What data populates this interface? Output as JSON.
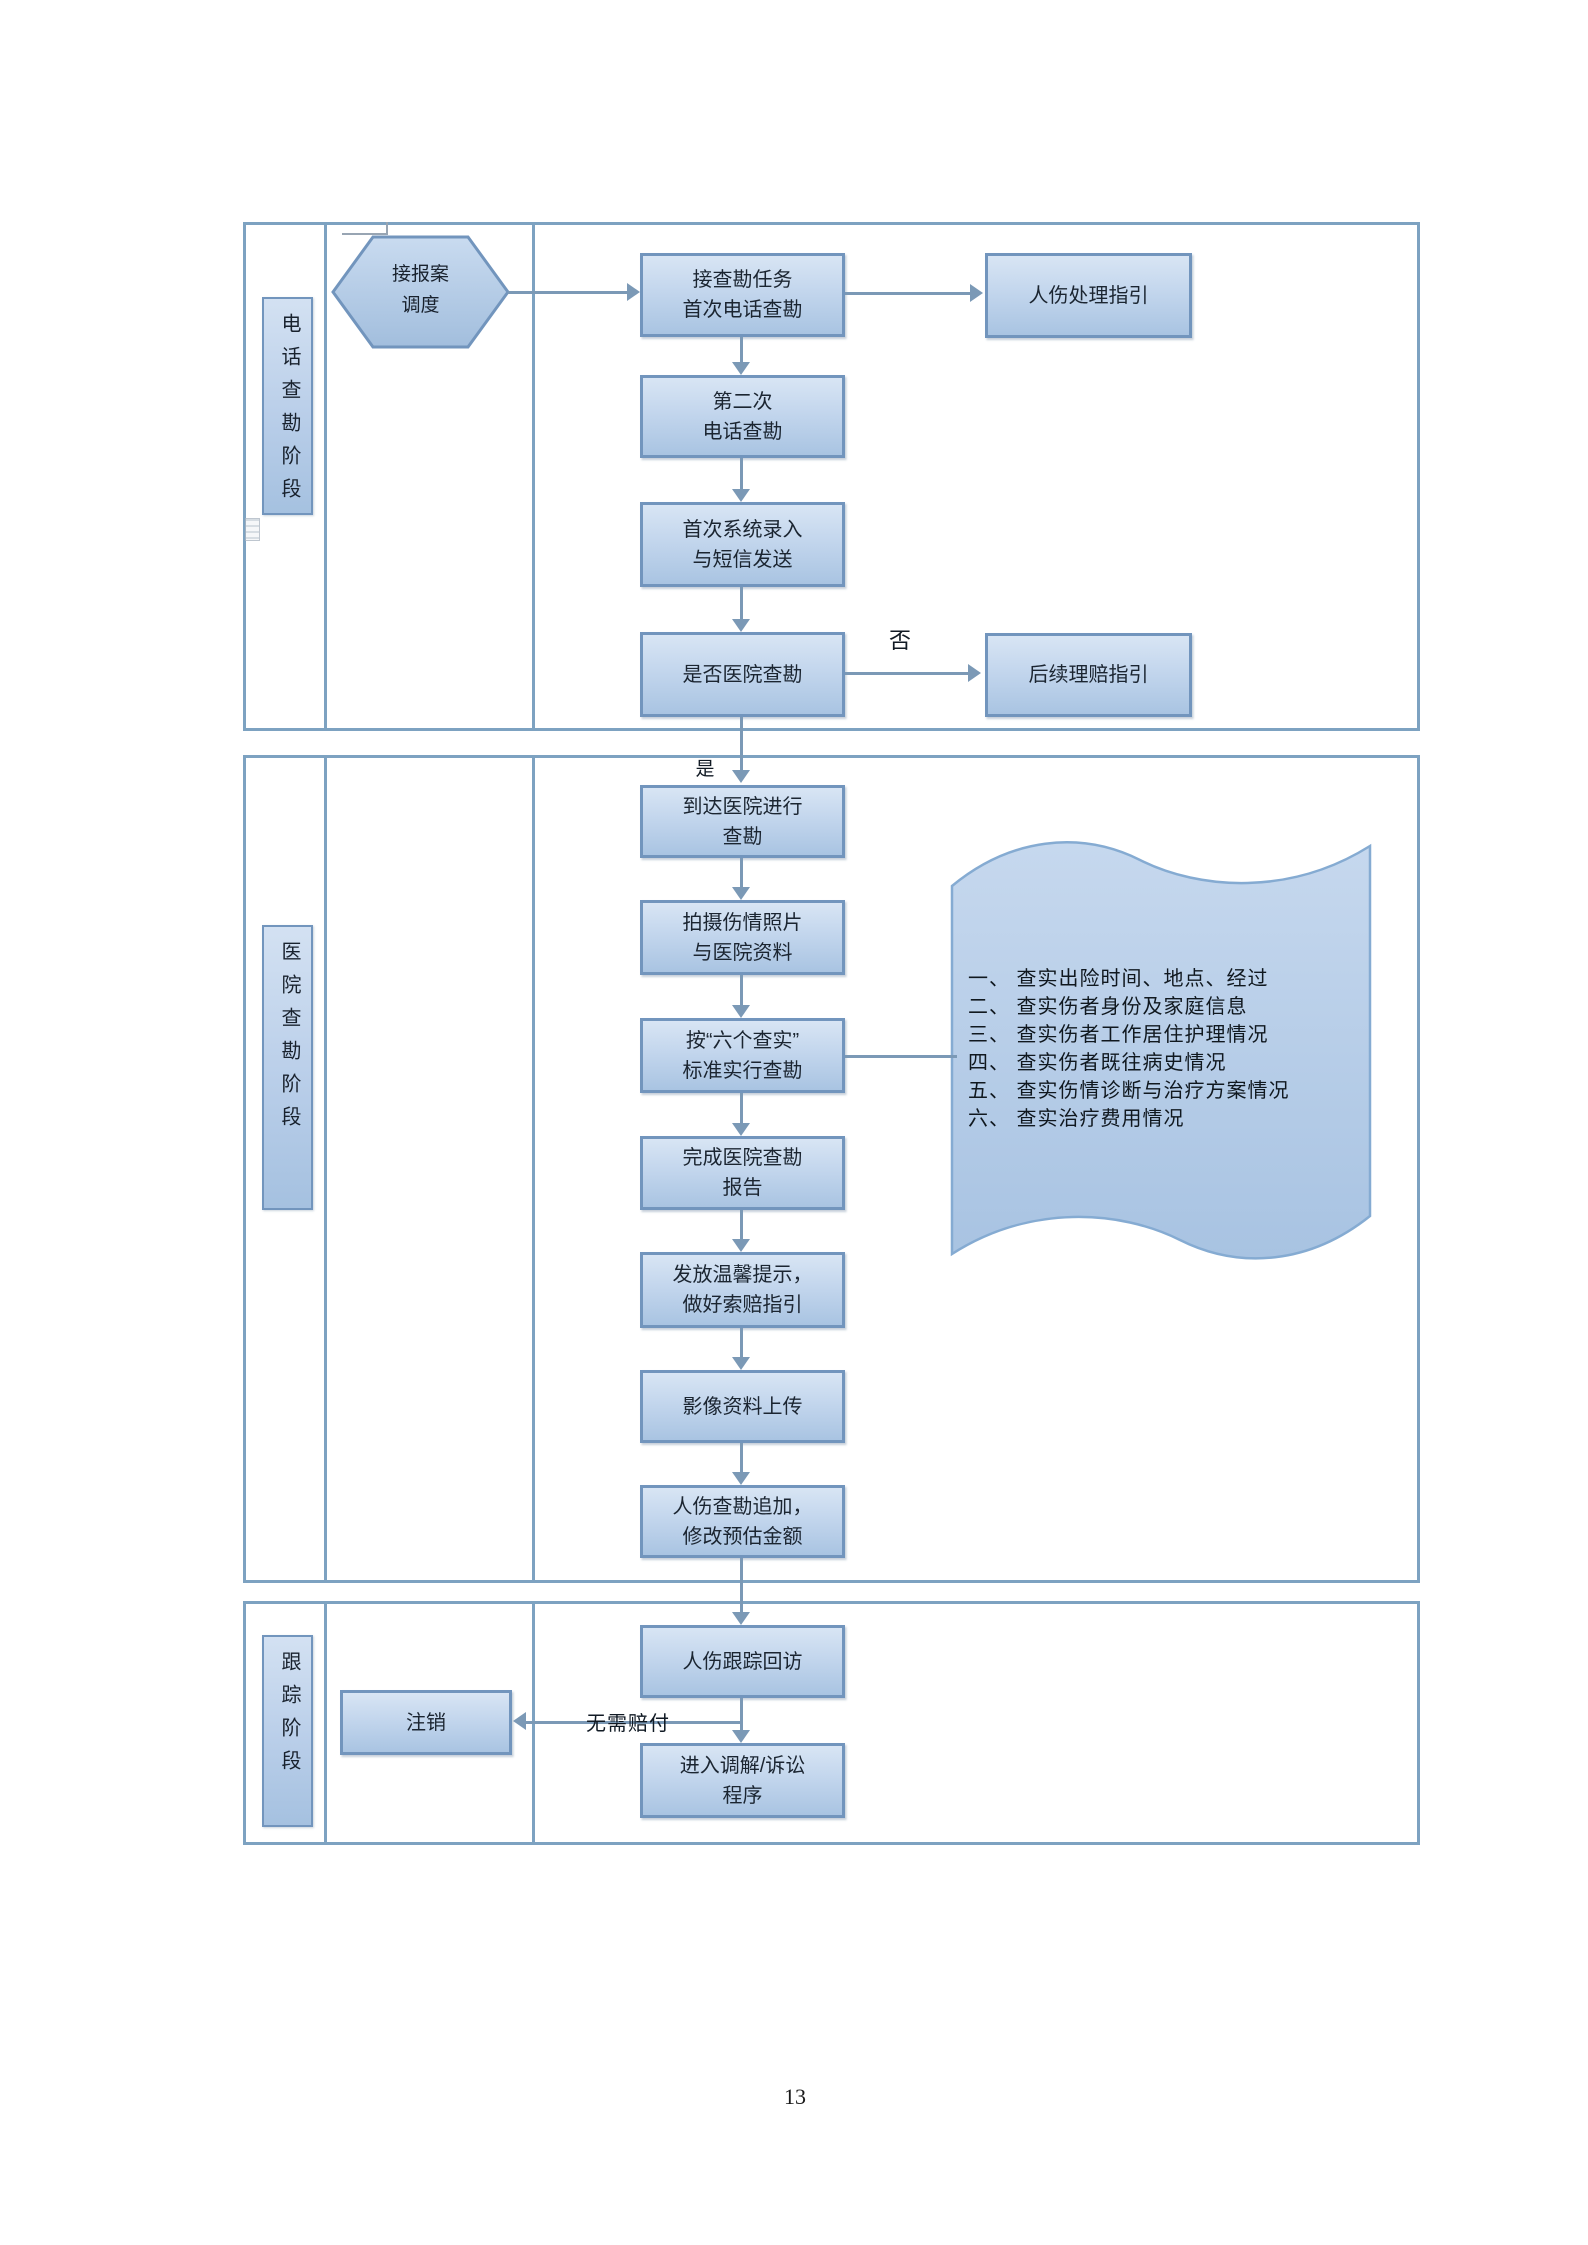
{
  "page": {
    "number": "13"
  },
  "colors": {
    "section_border": "#7da2c1",
    "box_border": "#7295bd",
    "box_fill_top": "#d8e5f4",
    "box_fill_bottom": "#a9c4e2",
    "connector": "#7b99b6"
  },
  "stages": {
    "phone": {
      "label": "电话查勘阶段",
      "hexagon": "接报案\n调度",
      "boxes": {
        "receive_task": "接查勘任务\n首次电话查勘",
        "second_call": "第二次\n电话查勘",
        "system_entry": "首次系统录入\n与短信发送",
        "hospital_decision": "是否医院查勘",
        "injury_guide": "人伤处理指引",
        "followup_guide": "后续理赔指引"
      },
      "edge_labels": {
        "no": "否",
        "yes": "是"
      }
    },
    "hospital": {
      "label": "医院查勘阶段",
      "boxes": {
        "arrive": "到达医院进行\n查勘",
        "photos": "拍摄伤情照片\n与医院资料",
        "six_checks": "按“六个查实”\n标准实行查勘",
        "report": "完成医院查勘\n报告",
        "tips": "发放温馨提示，\n做好索赔指引",
        "upload": "影像资料上传",
        "addition": "人伤查勘追加，\n修改预估金额"
      },
      "wave_note": {
        "items": [
          "一、 查实出险时间、地点、经过",
          "二、 查实伤者身份及家庭信息",
          "三、 查实伤者工作居住护理情况",
          "四、 查实伤者既往病史情况",
          "五、 查实伤情诊断与治疗方案情况",
          "六、 查实治疗费用情况"
        ]
      }
    },
    "tracking": {
      "label": "跟踪阶段",
      "boxes": {
        "revisit": "人伤跟踪回访",
        "cancel": "注销",
        "mediation": "进入调解/诉讼\n程序"
      },
      "edge_labels": {
        "no_pay": "无需赔付"
      }
    }
  }
}
